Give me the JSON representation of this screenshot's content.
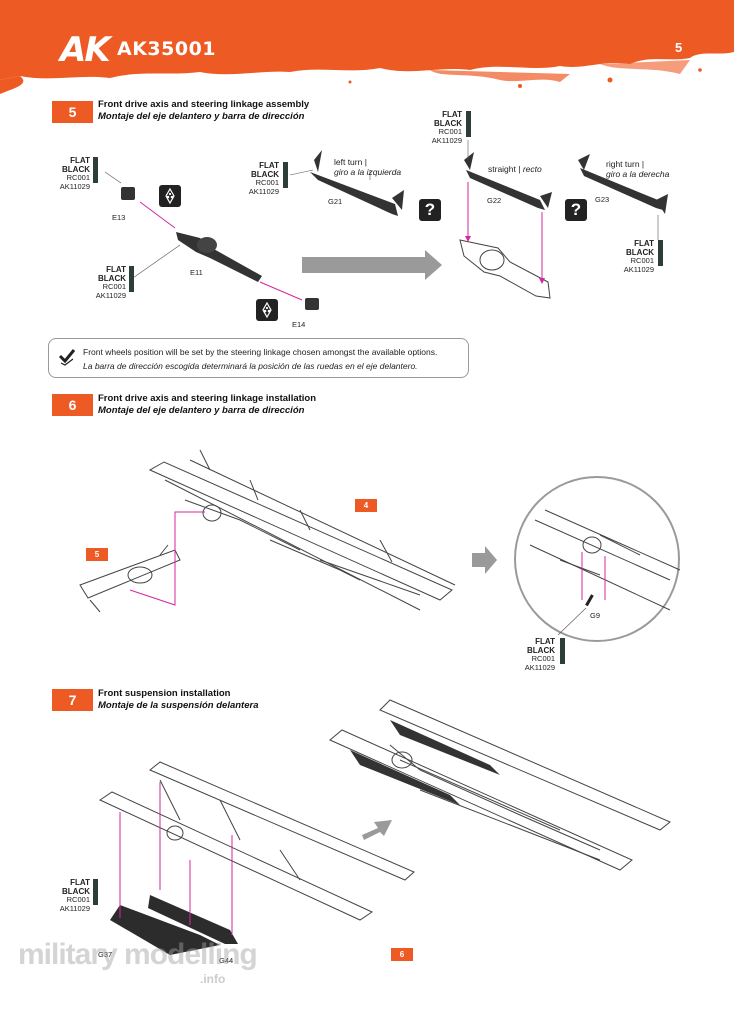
{
  "header": {
    "brand": "AK",
    "code": "AK35001",
    "page_number": "5",
    "brand_color": "#ee5a24"
  },
  "steps": [
    {
      "number": "5",
      "title_en": "Front drive axis and steering linkage assembly",
      "title_es": "Montaje del eje delantero y barra de dirección"
    },
    {
      "number": "6",
      "title_en": "Front drive axis and steering linkage installation",
      "title_es": "Montaje del eje delantero y barra de dirección"
    },
    {
      "number": "7",
      "title_en": "Front suspension installation",
      "title_es": "Montaje de la suspensión delantera"
    }
  ],
  "color_callout": {
    "name": "FLAT BLACK",
    "code1": "RC001",
    "code2": "AK11029",
    "swatch_color": "#2c3e38"
  },
  "parts": {
    "e13": "E13",
    "e11": "E11",
    "e14": "E14",
    "g21": "G21",
    "g22": "G22",
    "g23": "G23",
    "g9": "G9",
    "g37": "G37",
    "g44": "G44"
  },
  "options": {
    "left_en": "left turn |",
    "left_es": "giro a la izquierda",
    "straight_en": "straight |",
    "straight_es": "recto",
    "right_en": "right turn |",
    "right_es": "giro a la derecha"
  },
  "note": {
    "en": "Front wheels position will be set by the steering linkage chosen amongst the available options.",
    "es": "La barra de dirección escogida determinará la posición de las ruedas en el eje delantero."
  },
  "refs": {
    "ref4": "4",
    "ref5": "5",
    "ref6": "6"
  },
  "icons": {
    "question": "?",
    "glue": "glue-icon",
    "check": "check-icon"
  },
  "watermark": {
    "main": "military modelling",
    "sub": ".info"
  }
}
